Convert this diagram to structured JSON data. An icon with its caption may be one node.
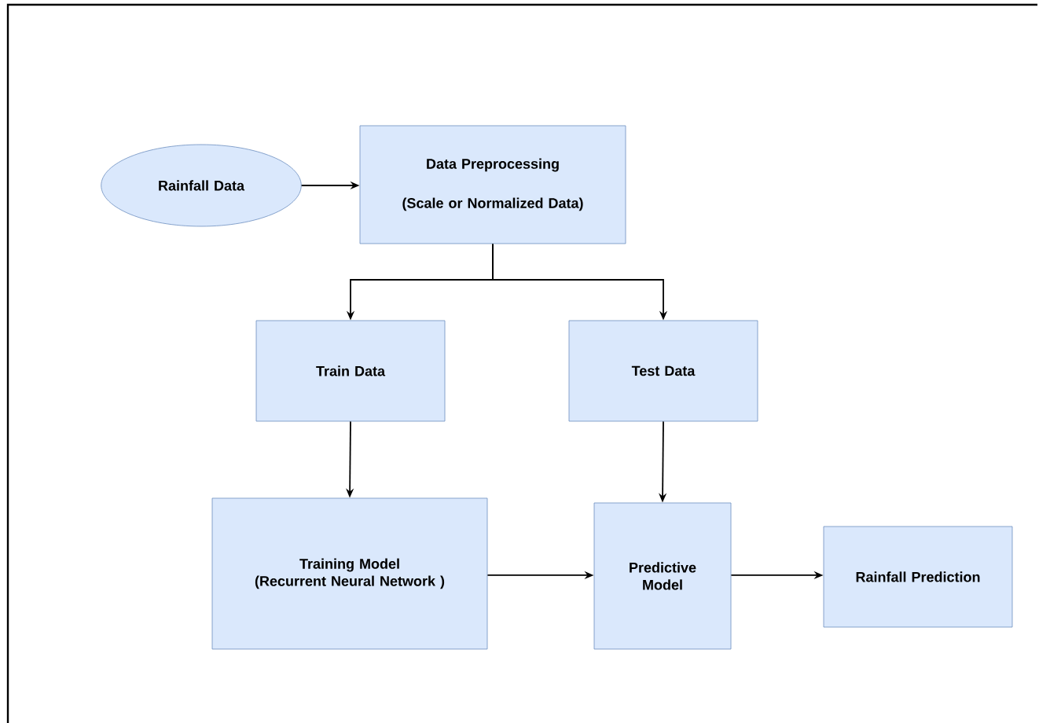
{
  "diagram": {
    "nodes": [
      {
        "text": [
          "Rainfall Data"
        ]
      },
      {
        "text": [
          "Data Preprocessing",
          "(Scale or Normalized Data)"
        ]
      },
      {
        "text": [
          "Train Data"
        ]
      },
      {
        "text": [
          "Test Data"
        ]
      },
      {
        "text": [
          "Training Model",
          "(Recurrent Neural Network )"
        ]
      },
      {
        "text": [
          "Predictive Model"
        ]
      },
      {
        "text": [
          "Rainfall Prediction"
        ]
      }
    ],
    "edges": [
      {
        "from": 0,
        "to": 1,
        "arrow": "to"
      },
      {
        "from": 1,
        "to": 2,
        "arrow": "to"
      },
      {
        "from": 1,
        "to": 3,
        "arrow": "to"
      },
      {
        "from": 2,
        "to": 4,
        "arrow": "to"
      },
      {
        "from": 3,
        "to": 5,
        "arrow": "to"
      },
      {
        "from": 4,
        "to": 5,
        "arrow": "to"
      },
      {
        "from": 5,
        "to": 6,
        "arrow": "to"
      }
    ]
  }
}
